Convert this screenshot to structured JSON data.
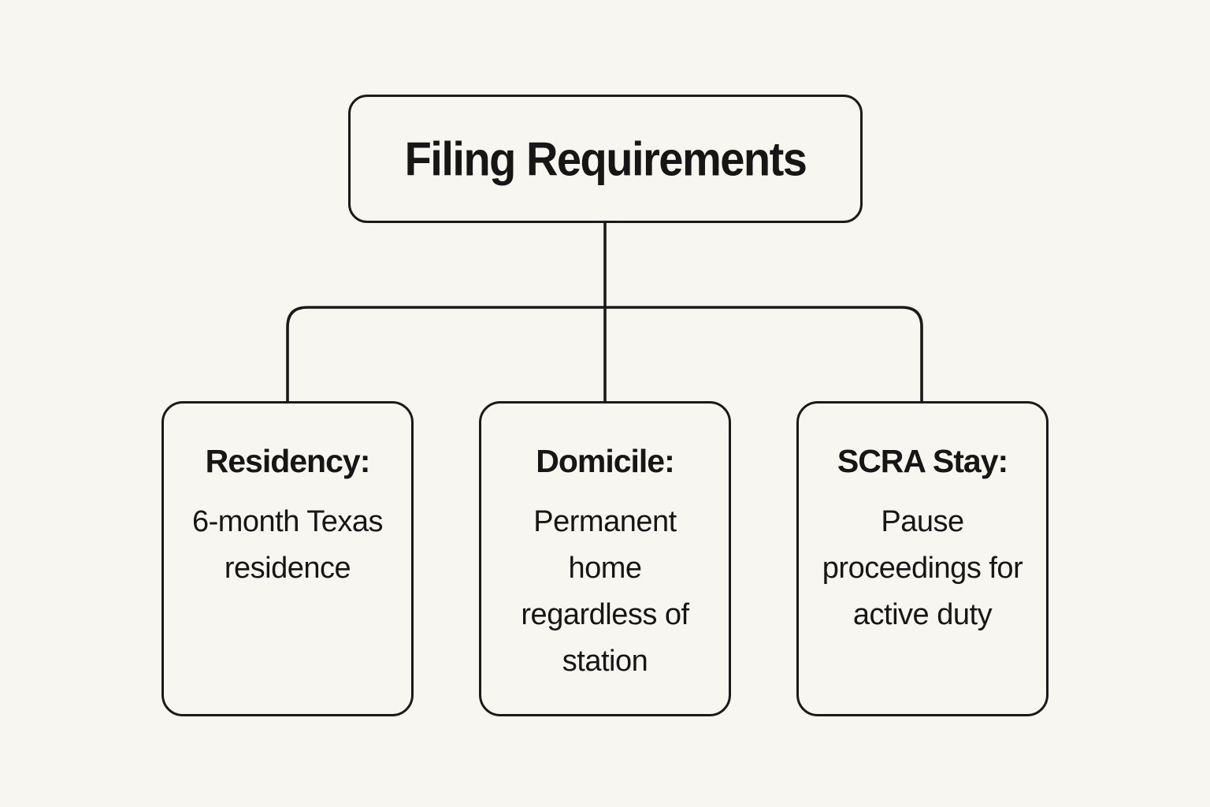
{
  "diagram": {
    "title": "Filing Requirements flowchart",
    "root": {
      "label": "Filing Requirements"
    },
    "children": [
      {
        "heading": "Residency:",
        "body": "6-month Texas residence"
      },
      {
        "heading": "Domicile:",
        "body": "Permanent home regardless of station"
      },
      {
        "heading": "SCRA Stay:",
        "body": "Pause proceedings for active duty"
      }
    ],
    "colors": {
      "background": "#f8f6f1",
      "box_fill": "#faf8f3",
      "line": "#1a1a1a",
      "text": "#161616"
    }
  }
}
